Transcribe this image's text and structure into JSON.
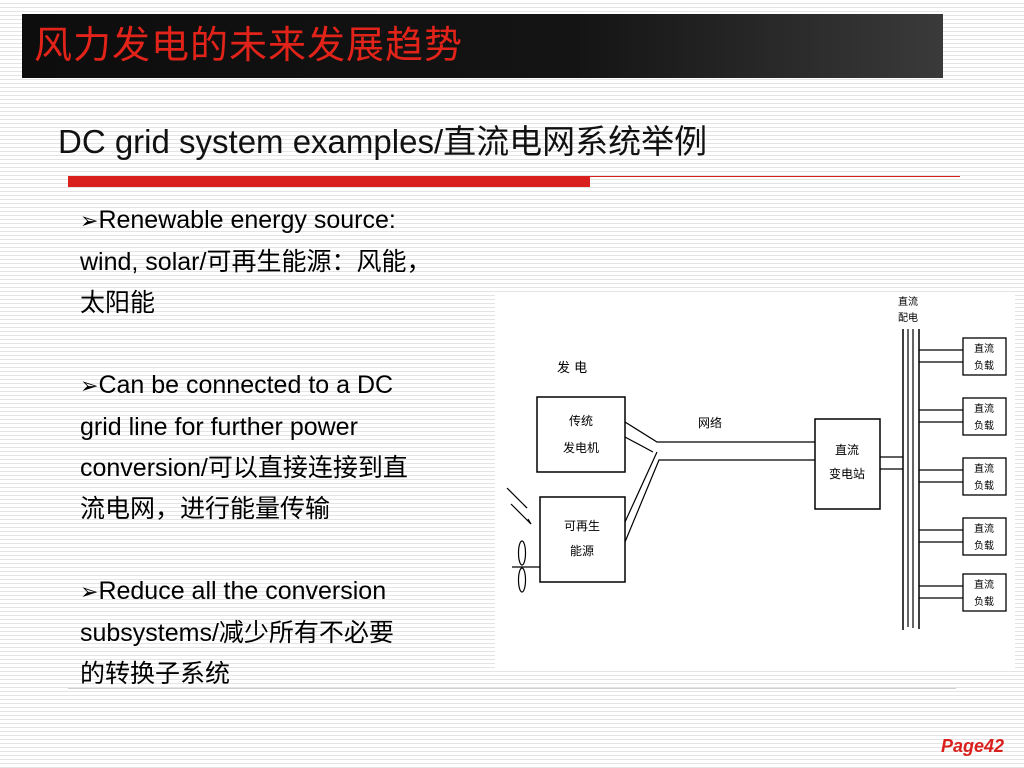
{
  "slide": {
    "title": "风力发电的未来发展趋势",
    "subtitle": "DC grid system examples/直流电网系统举例",
    "page": "Page42"
  },
  "bullets": [
    {
      "marker": "➢",
      "lines": [
        "Renewable energy source:",
        "wind, solar/可再生能源：风能，",
        "太阳能"
      ]
    },
    {
      "marker": "➢",
      "lines": [
        "Can be connected to a DC",
        "grid line for further power",
        "conversion/可以直接连接到直",
        "流电网，进行能量传输"
      ]
    },
    {
      "marker": "➢",
      "lines": [
        "Reduce all the conversion",
        "subsystems/减少所有不必要",
        "的转换子系统"
      ]
    }
  ],
  "diagram": {
    "generation_label": "发 电",
    "conventional_gen": [
      "传统",
      "发电机"
    ],
    "renewable_source": [
      "可再生",
      "能源"
    ],
    "network_label": "网络",
    "dc_substation": [
      "直流",
      "变电站"
    ],
    "dc_distribution": [
      "直流",
      "配电"
    ],
    "dc_loads": [
      [
        "直流",
        "负载"
      ],
      [
        "直流",
        "负载"
      ],
      [
        "直流",
        "负载"
      ],
      [
        "直流",
        "负载"
      ],
      [
        "直流",
        "负载"
      ]
    ]
  },
  "colors": {
    "title": "#e2231a",
    "accent": "#d9201c",
    "title_bar": "#111111"
  }
}
